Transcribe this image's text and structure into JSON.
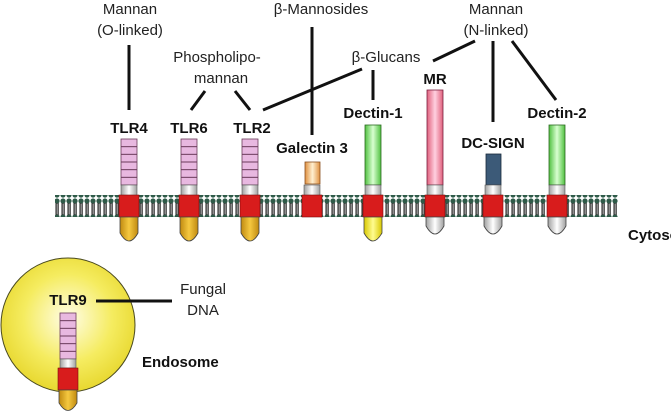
{
  "ligands": {
    "mannan_o": [
      "Mannan",
      "(O-linked)"
    ],
    "phospholipomannan": [
      "Phospholipo-",
      "mannan"
    ],
    "beta_mannosides": "β-Mannosides",
    "beta_glucans": "β-Glucans",
    "mannan_n": [
      "Mannan",
      "(N-linked)"
    ],
    "fungal_dna": [
      "Fungal",
      "DNA"
    ]
  },
  "receptors": {
    "tlr4": "TLR4",
    "tlr6": "TLR6",
    "tlr2": "TLR2",
    "galectin3": "Galectin 3",
    "dectin1": "Dectin-1",
    "mr": "MR",
    "dcsign": "DC-SIGN",
    "dectin2": "Dectin-2",
    "tlr9": "TLR9"
  },
  "compartments": {
    "cytosol": "Cytosol",
    "endosome": "Endosome"
  },
  "colors": {
    "tlr_ectodomain": "#e8b8e0",
    "tm_domain": "#d81c1c",
    "tlr_tir": "#e0a820",
    "galectin": "#f2b070",
    "dectin": "#70d860",
    "mr": "#ec8aa8",
    "dcsign": "#3c5a78",
    "dectin1_tail": "#f0e020",
    "endosome": "#f0e040",
    "membrane": "#2e5a48"
  }
}
